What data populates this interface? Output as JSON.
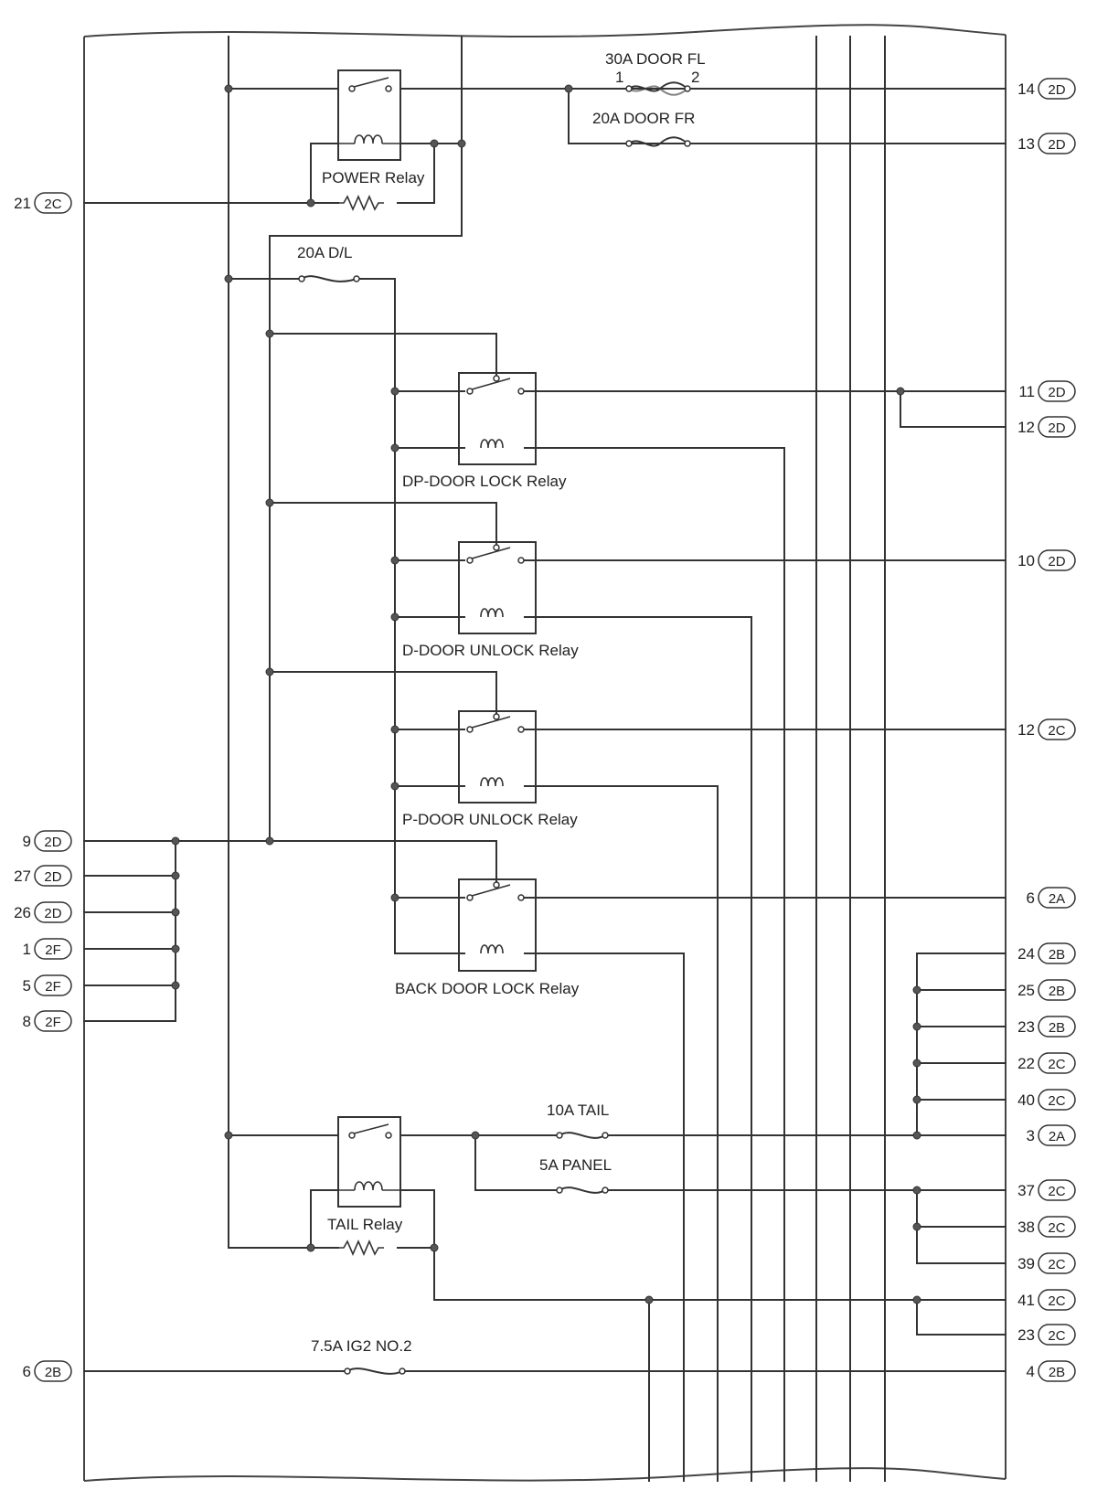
{
  "components": {
    "power_relay": "POWER Relay",
    "dp_door_lock_relay": "DP-DOOR LOCK Relay",
    "d_door_unlock_relay": "D-DOOR UNLOCK Relay",
    "p_door_unlock_relay": "P-DOOR UNLOCK Relay",
    "back_door_lock_relay": "BACK DOOR LOCK Relay",
    "tail_relay": "TAIL Relay"
  },
  "fuses": {
    "door_fl": "30A DOOR FL",
    "door_fl_pin1": "1",
    "door_fl_pin2": "2",
    "door_fr": "20A DOOR FR",
    "dl": "20A D/L",
    "tail": "10A TAIL",
    "panel": "5A PANEL",
    "ig2_no2": "7.5A IG2 NO.2"
  },
  "left_terminals": [
    {
      "pin": "21",
      "conn": "2C"
    },
    {
      "pin": "9",
      "conn": "2D"
    },
    {
      "pin": "27",
      "conn": "2D"
    },
    {
      "pin": "26",
      "conn": "2D"
    },
    {
      "pin": "1",
      "conn": "2F"
    },
    {
      "pin": "5",
      "conn": "2F"
    },
    {
      "pin": "8",
      "conn": "2F"
    },
    {
      "pin": "6",
      "conn": "2B"
    }
  ],
  "right_terminals": [
    {
      "pin": "14",
      "conn": "2D"
    },
    {
      "pin": "13",
      "conn": "2D"
    },
    {
      "pin": "11",
      "conn": "2D"
    },
    {
      "pin": "12",
      "conn": "2D"
    },
    {
      "pin": "10",
      "conn": "2D"
    },
    {
      "pin": "12",
      "conn": "2C"
    },
    {
      "pin": "6",
      "conn": "2A"
    },
    {
      "pin": "24",
      "conn": "2B"
    },
    {
      "pin": "25",
      "conn": "2B"
    },
    {
      "pin": "23",
      "conn": "2B"
    },
    {
      "pin": "22",
      "conn": "2C"
    },
    {
      "pin": "40",
      "conn": "2C"
    },
    {
      "pin": "3",
      "conn": "2A"
    },
    {
      "pin": "37",
      "conn": "2C"
    },
    {
      "pin": "38",
      "conn": "2C"
    },
    {
      "pin": "39",
      "conn": "2C"
    },
    {
      "pin": "41",
      "conn": "2C"
    },
    {
      "pin": "23",
      "conn": "2C"
    },
    {
      "pin": "4",
      "conn": "2B"
    }
  ]
}
